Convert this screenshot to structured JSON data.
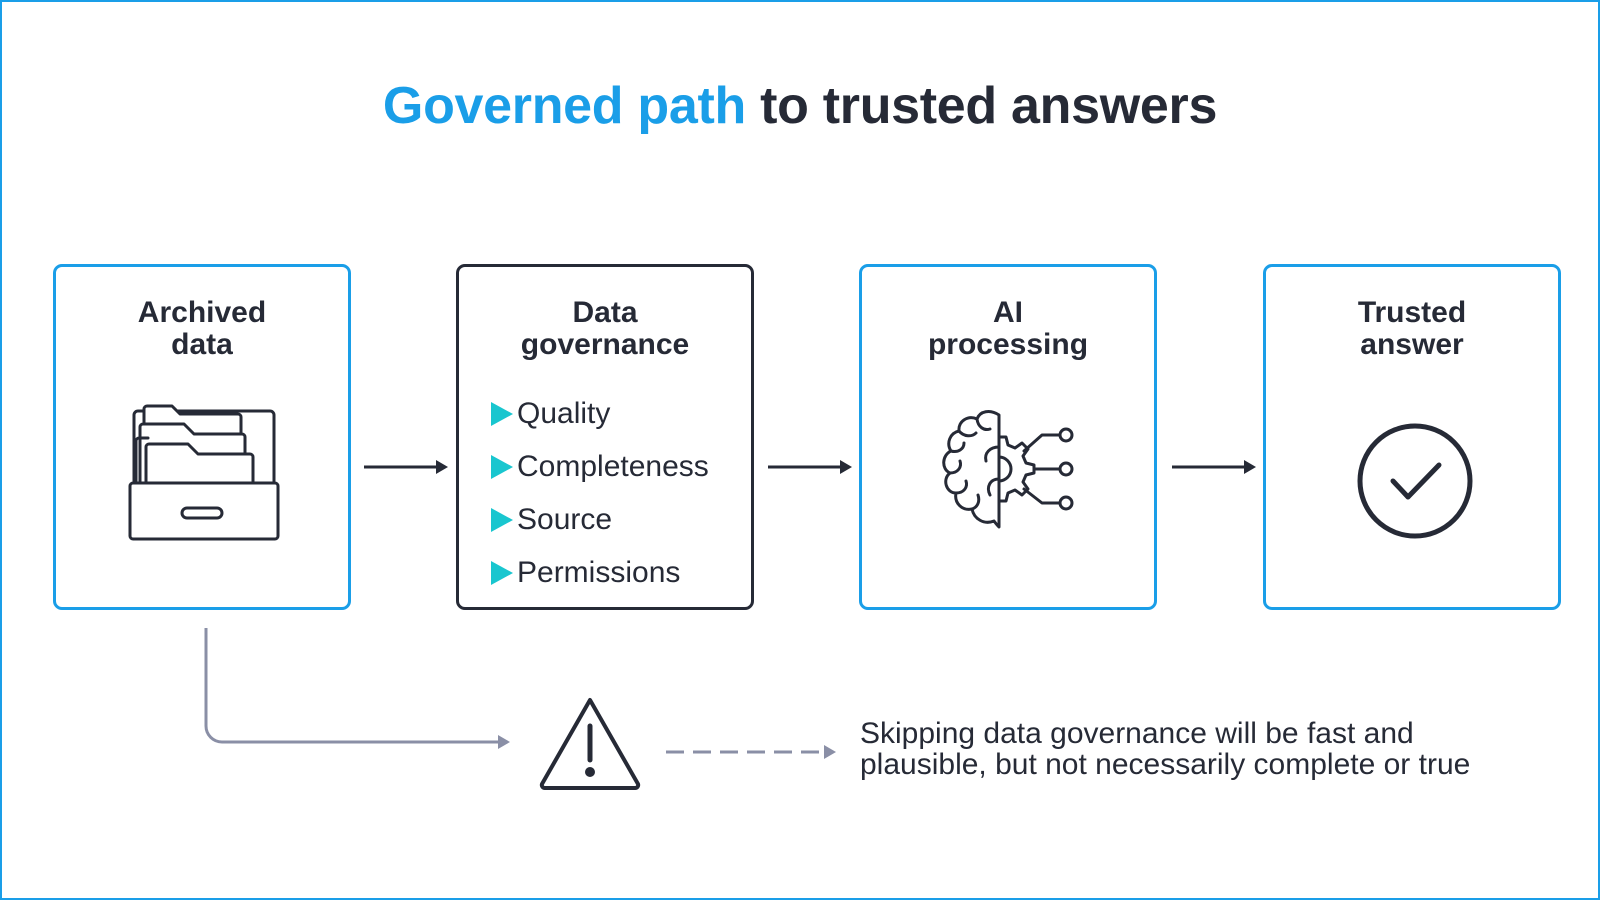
{
  "title": {
    "accent": "Governed path",
    "rest": "to trusted answers"
  },
  "steps": [
    {
      "title_lines": [
        "Archived",
        "data"
      ],
      "icon": "file-drawer-icon"
    },
    {
      "title_lines": [
        "Data",
        "governance"
      ],
      "items": [
        "Quality",
        "Completeness",
        "Source",
        "Permissions"
      ]
    },
    {
      "title_lines": [
        "AI",
        "processing"
      ],
      "icon": "brain-gear-icon"
    },
    {
      "title_lines": [
        "Trusted",
        "answer"
      ],
      "icon": "check-circle-icon"
    }
  ],
  "warning": {
    "icon": "warning-icon",
    "lines": [
      "Skipping data governance will be fast and",
      "plausible, but not necessarily complete or true"
    ]
  },
  "colors": {
    "accent": "#1a9ee8",
    "dark": "#262a36",
    "bullet": "#19c6cf",
    "bypass": "#8a8fa6"
  }
}
